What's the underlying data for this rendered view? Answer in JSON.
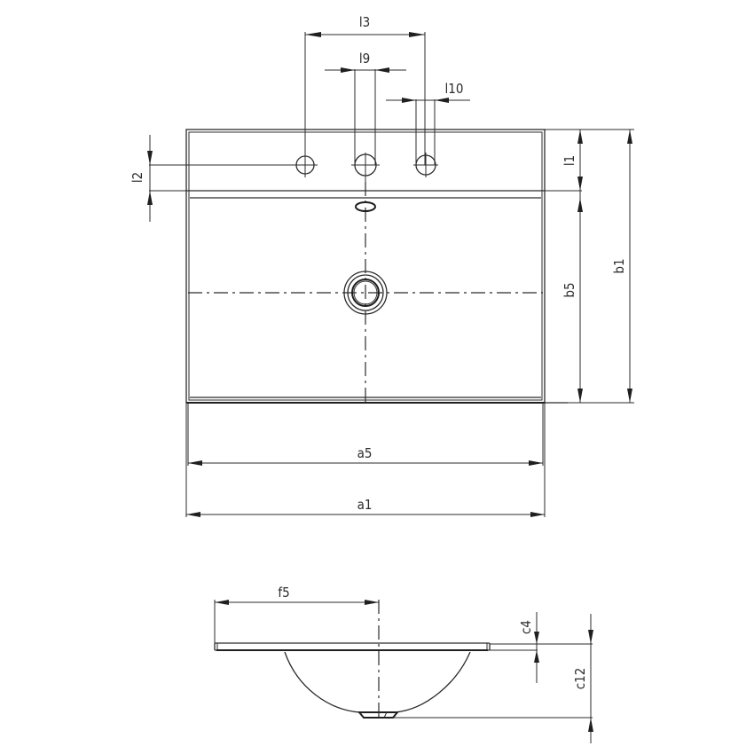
{
  "drawing": {
    "title": "Washbasin technical dimension drawing",
    "views": [
      "top-view",
      "side-view"
    ],
    "dimensions": {
      "l3": "l3",
      "l9": "l9",
      "l10": "l10",
      "l2": "l2",
      "l1": "l1",
      "b5": "b5",
      "b1": "b1",
      "a5": "a5",
      "a1": "a1",
      "f5": "f5",
      "c4": "c4",
      "c12": "c12"
    },
    "features": {
      "tap_holes": 3,
      "overflow": 1,
      "drain": 1
    },
    "colors": {
      "line": "#2b2b2b",
      "background": "#ffffff"
    }
  }
}
